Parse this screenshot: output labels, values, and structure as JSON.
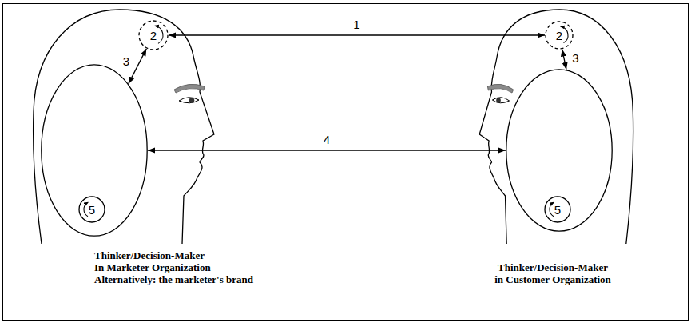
{
  "diagram": {
    "nodes": [
      {
        "text": [
          "Thinker/Decision-Maker In Marketer Organization",
          "Alternatively: the marketer's brand"
        ]
      },
      {
        "text": [
          "2"
        ],
        "in": 0
      },
      {
        "text": [],
        "in": 0
      },
      {
        "text": [
          "5"
        ],
        "in": 2
      },
      {
        "text": [
          "Thinker/Decision-Maker in Customer Organization"
        ]
      },
      {
        "text": [
          "2"
        ],
        "in": 4
      },
      {
        "text": [],
        "in": 4
      },
      {
        "text": [
          "5"
        ],
        "in": 6
      }
    ],
    "edges": [
      {
        "from": 1,
        "to": 5,
        "arrow": "both",
        "label": "1"
      },
      {
        "from": 1,
        "to": 2,
        "arrow": "both",
        "label": "3"
      },
      {
        "from": 2,
        "to": 6,
        "arrow": "both",
        "label": "4"
      },
      {
        "from": 5,
        "to": 6,
        "arrow": "both",
        "label": "3"
      }
    ]
  }
}
